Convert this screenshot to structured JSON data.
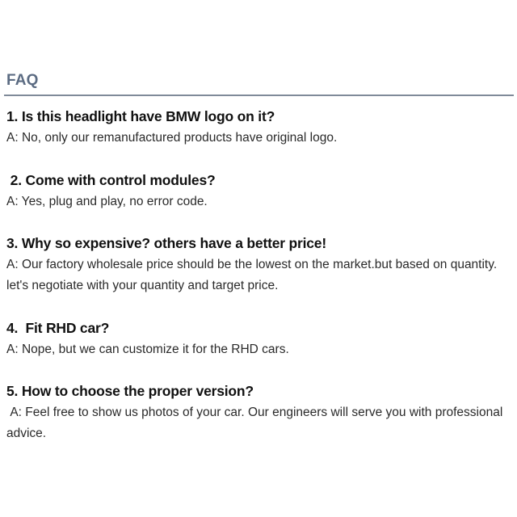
{
  "faq": {
    "title": "FAQ",
    "items": [
      {
        "question": "1. Is this headlight have BMW logo on it?",
        "answer": "A: No, only our remanufactured products have original logo."
      },
      {
        "question": " 2. Come with control modules?",
        "answer": "A: Yes, plug and play, no error code."
      },
      {
        "question": "3. Why so expensive? others have a better price!",
        "answer": "A: Our factory wholesale price should be the lowest on the market.but based on quantity. let's negotiate with your quantity and target price."
      },
      {
        "question": "4.  Fit RHD car?",
        "answer": "A: Nope, but we can customize it for the RHD cars."
      },
      {
        "question": "5. How to choose the proper version?",
        "answer": " A: Feel free to show us photos of your car. Our engineers will serve you with professional advice."
      }
    ]
  }
}
